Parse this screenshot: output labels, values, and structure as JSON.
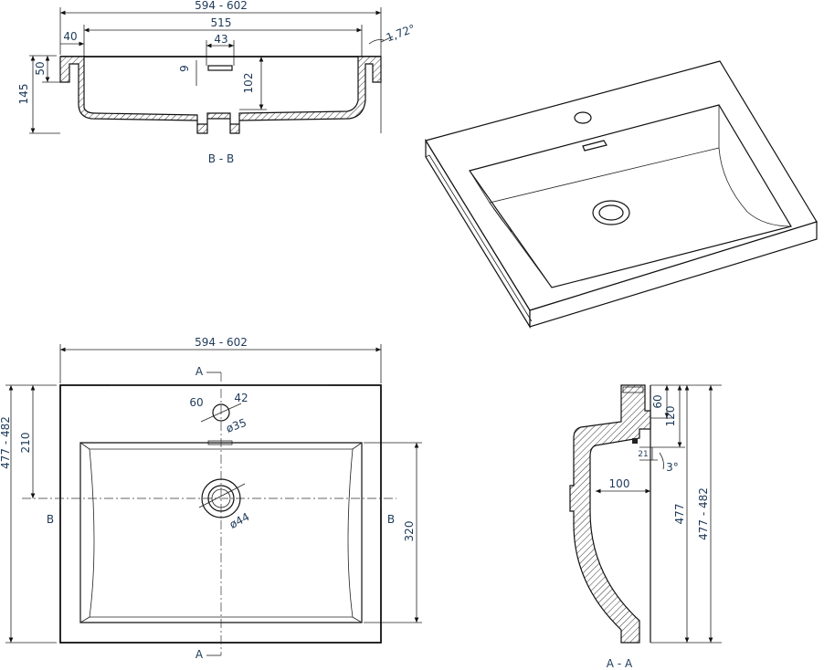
{
  "section_bb": {
    "width_total": "594 - 602",
    "inner_width": "515",
    "rim": "40",
    "tap_hole": "43",
    "overflow": "9",
    "bowl_depth": "102",
    "height": "145",
    "rim_height": "50",
    "slope": "1,72°",
    "title": "B - B"
  },
  "top_view": {
    "width_total": "594 - 602",
    "depth_total": "477 - 482",
    "to_bowl": "210",
    "bowl_length": "320",
    "tap_offset": "60",
    "tap_offset2": "42",
    "tap_dia": "ø35",
    "drain_dia": "ø44",
    "cut_a": "A",
    "cut_b": "B"
  },
  "section_aa": {
    "rim_60": "60",
    "dim_120": "120",
    "dim_21": "21",
    "angle": "3°",
    "drain_100": "100",
    "inner_477": "477",
    "total": "477 - 482",
    "title": "A - A"
  }
}
